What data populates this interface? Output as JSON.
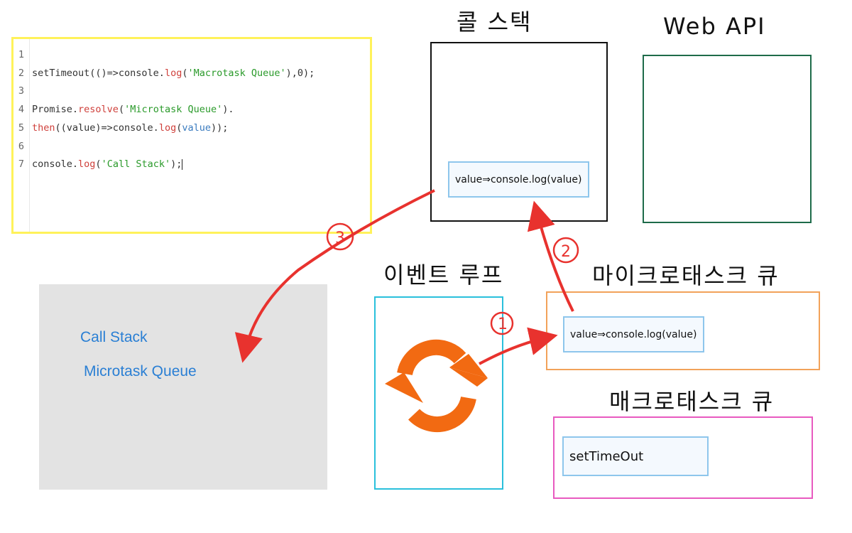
{
  "code_editor": {
    "lines": [
      {
        "number": "1",
        "parts": []
      },
      {
        "number": "2",
        "parts": [
          {
            "text": "setTimeout(()=>console.",
            "kind": "plain"
          },
          {
            "text": "log",
            "kind": "fn"
          },
          {
            "text": "(",
            "kind": "plain"
          },
          {
            "text": "'Macrotask Queue'",
            "kind": "str"
          },
          {
            "text": "),0);",
            "kind": "plain"
          }
        ]
      },
      {
        "number": "3",
        "parts": []
      },
      {
        "number": "4",
        "parts": [
          {
            "text": "Promise.",
            "kind": "plain"
          },
          {
            "text": "resolve",
            "kind": "fn"
          },
          {
            "text": "(",
            "kind": "plain"
          },
          {
            "text": "'Microtask Queue'",
            "kind": "str"
          },
          {
            "text": ").",
            "kind": "plain"
          }
        ]
      },
      {
        "number": "5",
        "parts": [
          {
            "text": "then",
            "kind": "fn"
          },
          {
            "text": "((value)=>console.",
            "kind": "plain"
          },
          {
            "text": "log",
            "kind": "fn"
          },
          {
            "text": "(",
            "kind": "plain"
          },
          {
            "text": "value",
            "kind": "var"
          },
          {
            "text": "));",
            "kind": "plain"
          }
        ]
      },
      {
        "number": "6",
        "parts": []
      },
      {
        "number": "7",
        "parts": [
          {
            "text": "console.",
            "kind": "plain"
          },
          {
            "text": "log",
            "kind": "fn"
          },
          {
            "text": "(",
            "kind": "plain"
          },
          {
            "text": "'Call Stack'",
            "kind": "str"
          },
          {
            "text": ");",
            "kind": "plain"
          }
        ]
      }
    ]
  },
  "call_stack": {
    "title": "콜 스택",
    "item": "value⇒console.log(value)"
  },
  "web_api": {
    "title": "Web API"
  },
  "event_loop": {
    "title": "이벤트 루프",
    "icon": "refresh-icon",
    "icon_color": "#f26a12"
  },
  "microtask_queue": {
    "title": "마이크로태스크 큐",
    "item": "value⇒console.log(value)"
  },
  "macrotask_queue": {
    "title": "매크로태스크 큐",
    "item": "setTimeOut"
  },
  "console_output": {
    "lines": [
      "Call Stack",
      "Microtask Queue"
    ]
  },
  "steps": [
    "1",
    "2",
    "3"
  ],
  "colors": {
    "editor_border": "#fff25a",
    "web_api_border": "#1e6b4a",
    "event_loop_border": "#2ac0dc",
    "microtask_border": "#f2a25a",
    "macrotask_border": "#e85ac0",
    "arrow": "#e8322e",
    "console_text": "#2a7fd4"
  }
}
